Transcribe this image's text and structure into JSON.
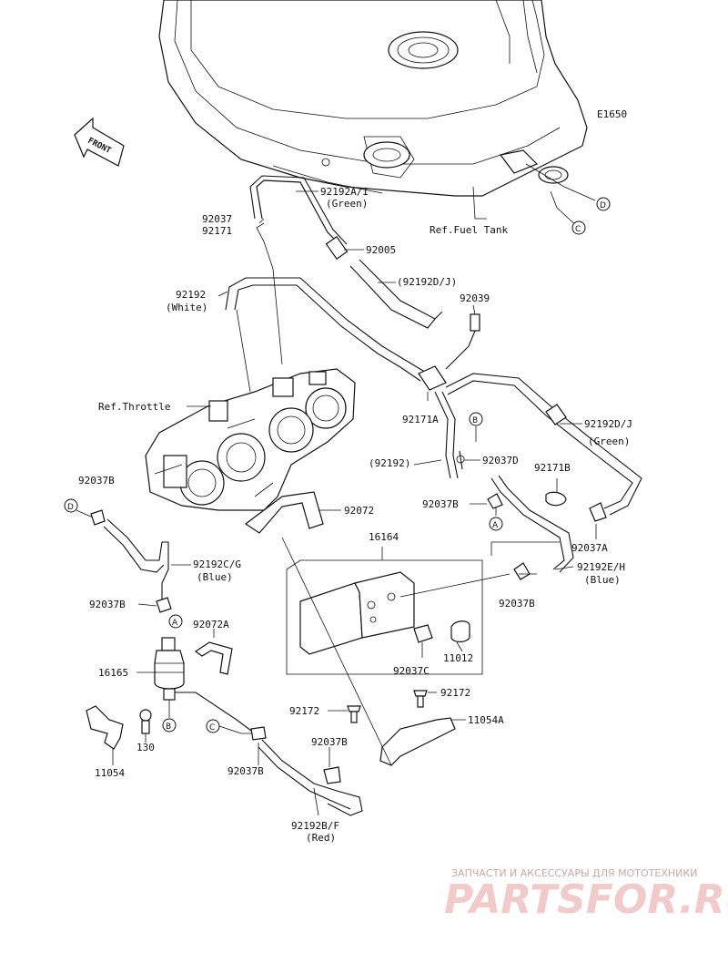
{
  "figure_code": "E1650",
  "front_label": "FRONT",
  "labels": {
    "hose_a_i": "92192A/I",
    "hose_a_i_color": "(Green)",
    "clamp_92037": "92037",
    "clip_92171": "92171",
    "joint_92005": "92005",
    "hose_d_j_paren": "(92192D/J)",
    "fitting_92039": "92039",
    "hose_white": "92192",
    "hose_white_color": "(White)",
    "ref_throttle": "Ref.Throttle",
    "clip_92171a": "92171A",
    "hose_d_j": "92192D/J",
    "hose_d_j_color": "(Green)",
    "hose_92192_paren": "(92192)",
    "clamp_92037d": "92037D",
    "clip_92171b": "92171B",
    "clamp_92037b_left": "92037B",
    "clamp_92037b_mid": "92037B",
    "clamp_92037a": "92037A",
    "bracket_92072": "92072",
    "canister_16164": "16164",
    "hose_e_h": "92192E/H",
    "hose_e_h_color": "(Blue)",
    "clamp_92037b_right": "92037B",
    "hose_c_g": "92192C/G",
    "hose_c_g_color": "(Blue)",
    "clamp_92037b_c": "92037B",
    "bracket_92072a": "92072A",
    "cap_11012": "11012",
    "clamp_92037c": "92037C",
    "separator_16165": "16165",
    "screw_92172_left": "92172",
    "screw_92172_right": "92172",
    "bracket_11054a": "11054A",
    "bolt_130": "130",
    "bracket_11054": "11054",
    "clamp_92037b_lower": "92037B",
    "clamp_92037b_bottom": "92037B",
    "hose_b_f": "92192B/F",
    "hose_b_f_color": "(Red)",
    "ref_fuel_tank": "Ref.Fuel Tank"
  },
  "markers": {
    "a": "A",
    "b": "B",
    "c": "C",
    "d": "D"
  },
  "watermark": {
    "line1": "ЗАПЧАСТИ И АКСЕССУАРЫ ДЛЯ МОТОТЕХНИКИ",
    "line2": "PARTSFOR.RU"
  }
}
